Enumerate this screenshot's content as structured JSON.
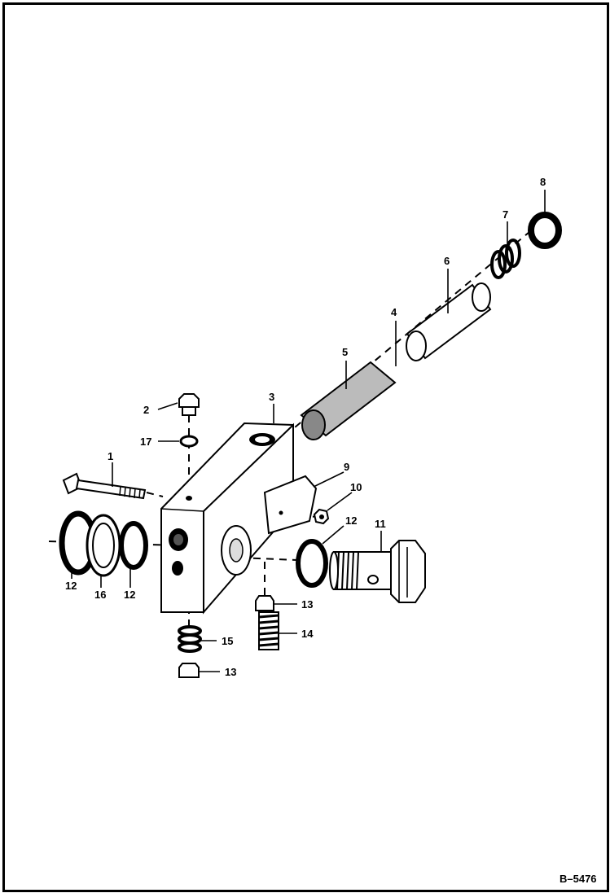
{
  "diagram": {
    "drawing_code": "B–5476",
    "callouts": [
      {
        "id": "c1",
        "text": "1"
      },
      {
        "id": "c2",
        "text": "2"
      },
      {
        "id": "c3",
        "text": "3"
      },
      {
        "id": "c4",
        "text": "4"
      },
      {
        "id": "c5",
        "text": "5"
      },
      {
        "id": "c6",
        "text": "6"
      },
      {
        "id": "c7",
        "text": "7"
      },
      {
        "id": "c8",
        "text": "8"
      },
      {
        "id": "c9",
        "text": "9"
      },
      {
        "id": "c10",
        "text": "10"
      },
      {
        "id": "c11",
        "text": "11"
      },
      {
        "id": "c12a",
        "text": "12"
      },
      {
        "id": "c12b",
        "text": "12"
      },
      {
        "id": "c12c",
        "text": "12"
      },
      {
        "id": "c13a",
        "text": "13"
      },
      {
        "id": "c13b",
        "text": "13"
      },
      {
        "id": "c14",
        "text": "14"
      },
      {
        "id": "c15",
        "text": "15"
      },
      {
        "id": "c16",
        "text": "16"
      },
      {
        "id": "c17",
        "text": "17"
      }
    ]
  }
}
